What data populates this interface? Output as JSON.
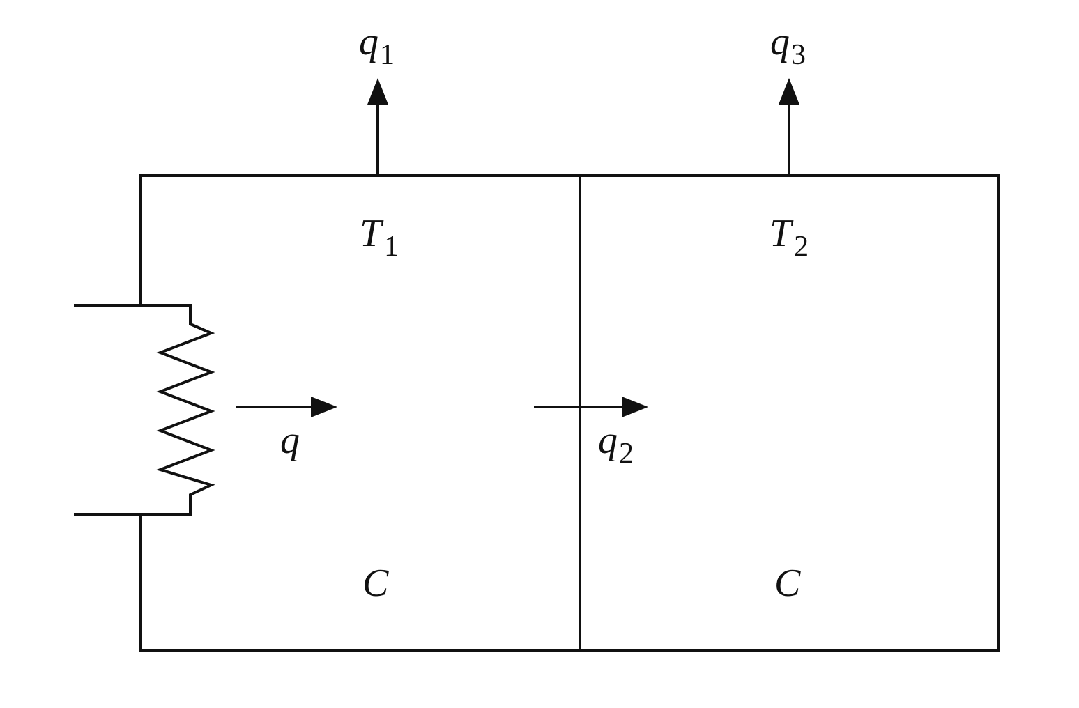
{
  "labels": {
    "heat_loss_top_left": {
      "symbol": "q",
      "subscript": "1"
    },
    "heat_loss_top_right": {
      "symbol": "q",
      "subscript": "3"
    },
    "temperature_left": {
      "symbol": "T",
      "subscript": "1"
    },
    "temperature_right": {
      "symbol": "T",
      "subscript": "2"
    },
    "heat_input": {
      "symbol": "q"
    },
    "heat_transfer_between": {
      "symbol": "q",
      "subscript": "2"
    },
    "capacitance_left": {
      "symbol": "C"
    },
    "capacitance_right": {
      "symbol": "C"
    }
  },
  "colors": {
    "line": "#111111",
    "background": "#ffffff"
  }
}
